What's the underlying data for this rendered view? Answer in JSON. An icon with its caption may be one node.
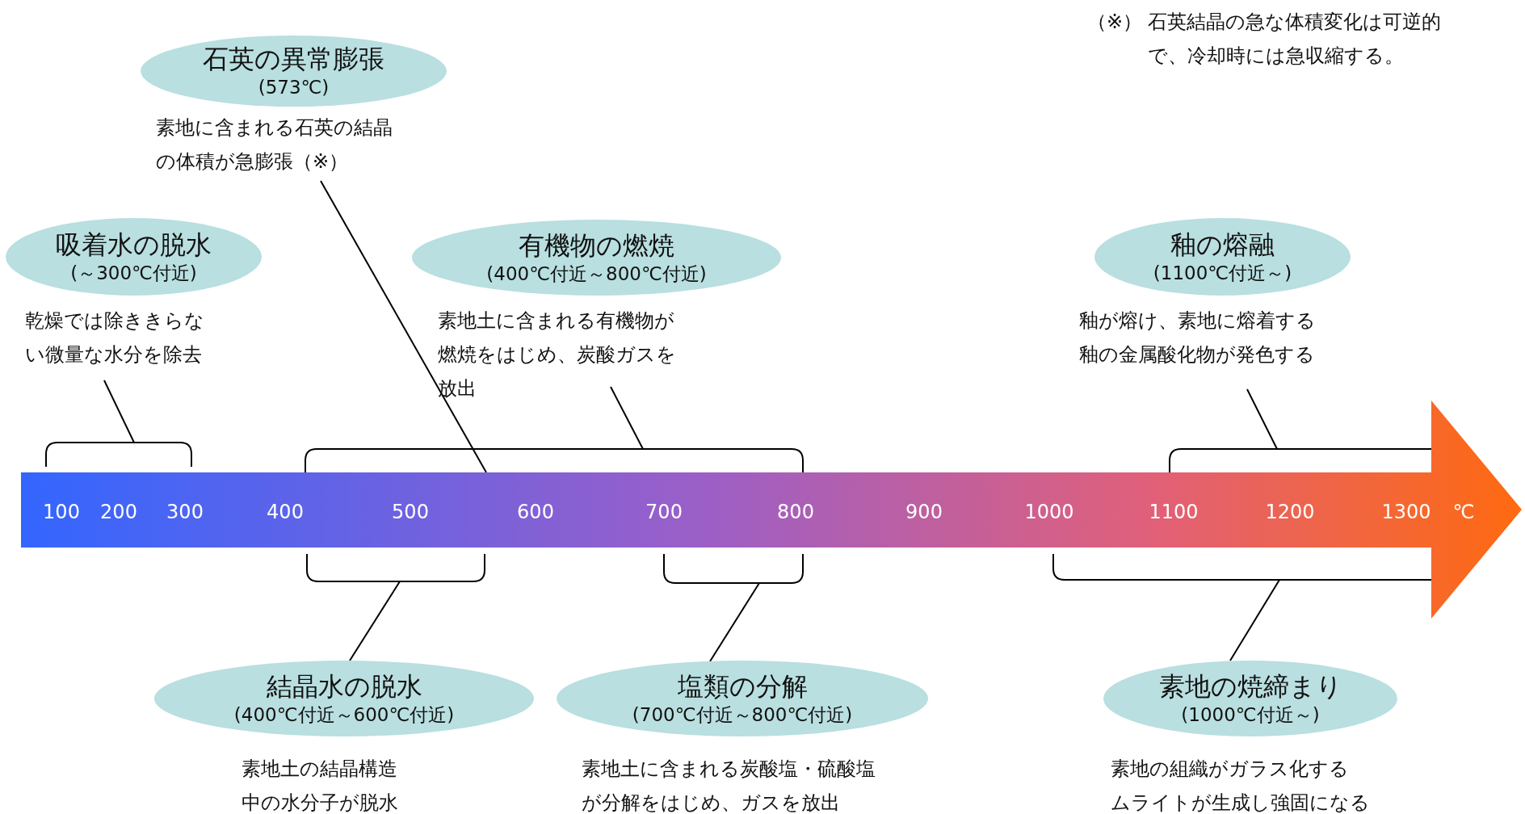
{
  "diagram": {
    "nodes": [
      {
        "text": [
          "石英の異常膨張",
          "(573℃)"
        ]
      },
      {
        "text": [
          "素地に含まれる石英の結晶の体積が急膨張（※）"
        ]
      },
      {
        "text": [
          "吸着水の脱水",
          "(～300℃付近)"
        ]
      },
      {
        "text": [
          "有機物の燃焼",
          "(400℃付近～800℃付近)"
        ]
      },
      {
        "text": [
          "釉の熔融",
          "(1100℃付近～)"
        ]
      },
      {
        "text": [
          "乾燥では除ききらない微量な水分を除去"
        ]
      },
      {
        "text": [
          "素地土に含まれる有機物が燃焼をはじめ、炭酸ガスを放出"
        ]
      },
      {
        "text": [
          "釉が熔け、素地に熔着する",
          "釉の金属酸化物が発色する"
        ]
      },
      {
        "text": [],
        "shape": "bracket"
      },
      {
        "text": [],
        "shape": "bracket"
      },
      {
        "text": [],
        "shape": "bracket"
      },
      {
        "text": [],
        "shape": "arrow"
      },
      {
        "text": [],
        "shape": "bracket"
      },
      {
        "text": [],
        "shape": "bracket"
      },
      {
        "text": [],
        "shape": "bracket"
      },
      {
        "text": [
          "結晶水の脱水",
          "(400℃付近～600℃付近)"
        ]
      },
      {
        "text": [
          "塩類の分解",
          "(700℃付近～800℃付近)"
        ]
      },
      {
        "text": [
          "素地の焼締まり",
          "(1000℃付近～)"
        ]
      },
      {
        "text": [
          "素地土の結晶構造中の水分子が脱水"
        ]
      },
      {
        "text": [
          "素地土に含まれる炭酸塩・硫酸塩が分解をはじめ、ガスを放出"
        ]
      },
      {
        "text": [
          "素地の組織がガラス化する",
          "ムライトが生成し強固になる"
        ]
      }
    ],
    "edges": [
      {
        "from": 1,
        "to": 11,
        "arrow": "none"
      },
      {
        "from": 5,
        "to": 8,
        "arrow": "none"
      },
      {
        "from": 6,
        "to": 9,
        "arrow": "none"
      },
      {
        "from": 7,
        "to": 10,
        "arrow": "none"
      },
      {
        "from": 15,
        "to": 12,
        "arrow": "none"
      },
      {
        "from": 16,
        "to": 13,
        "arrow": "none"
      },
      {
        "from": 17,
        "to": 14,
        "arrow": "none"
      }
    ],
    "labels": [
      "（※）",
      "石英結晶の急な体積変化は可逆的で、冷却時には急収縮する。",
      "100",
      "200",
      "300",
      "400",
      "500",
      "600",
      "700",
      "800",
      "900",
      "1000",
      "1100",
      "1200",
      "1300",
      "℃"
    ]
  }
}
